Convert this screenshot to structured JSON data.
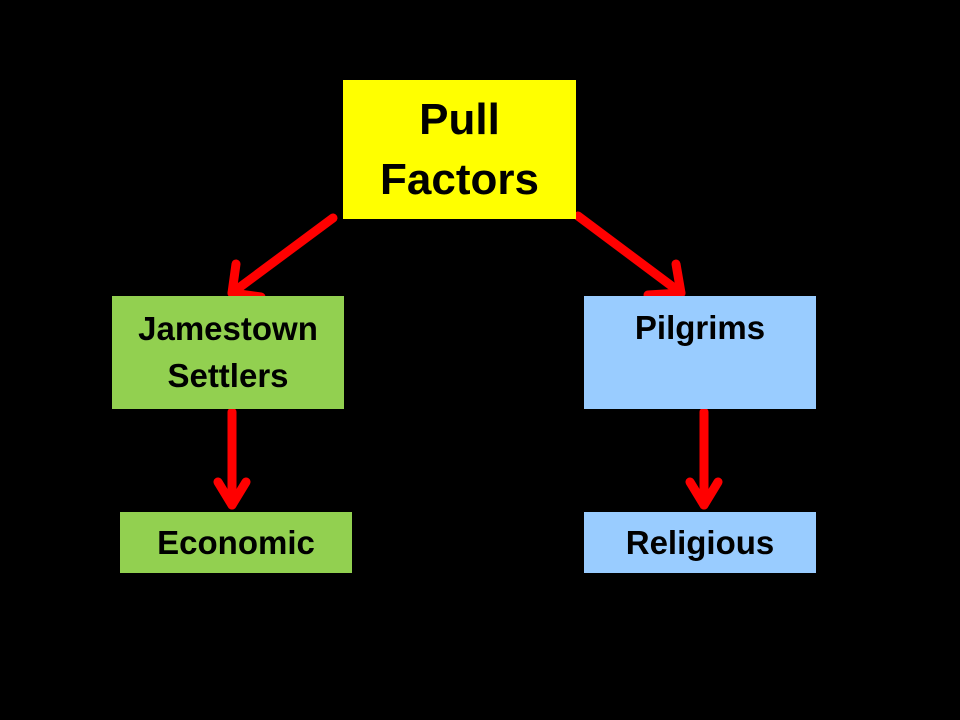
{
  "diagram": {
    "root": {
      "text": "Pull\nFactors",
      "color": "#ffff00"
    },
    "left_branch": {
      "text": "Jamestown\nSettlers",
      "color": "#92d050"
    },
    "right_branch": {
      "text": "Pilgrims",
      "color": "#99ccff"
    },
    "left_leaf": {
      "text": "Economic",
      "color": "#92d050"
    },
    "right_leaf": {
      "text": "Religious",
      "color": "#99ccff"
    },
    "arrow_color": "#ff0000"
  }
}
